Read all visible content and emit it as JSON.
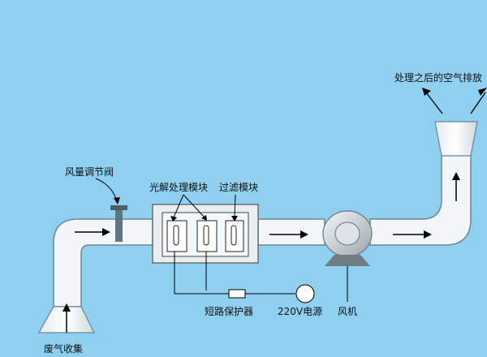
{
  "labels": {
    "damper": "风量调节阀",
    "photolysis": "光解处理模块",
    "filter": "过滤模块",
    "exhaust": "处理之后的空气排放",
    "intake": "废气收集",
    "breaker": "短路保护器",
    "power": "220V电源",
    "fan": "风机"
  },
  "colors": {
    "background": "#8fcff0",
    "duct": "#f2f6f8",
    "duct_stroke": "#6a8796",
    "line": "#000000"
  }
}
